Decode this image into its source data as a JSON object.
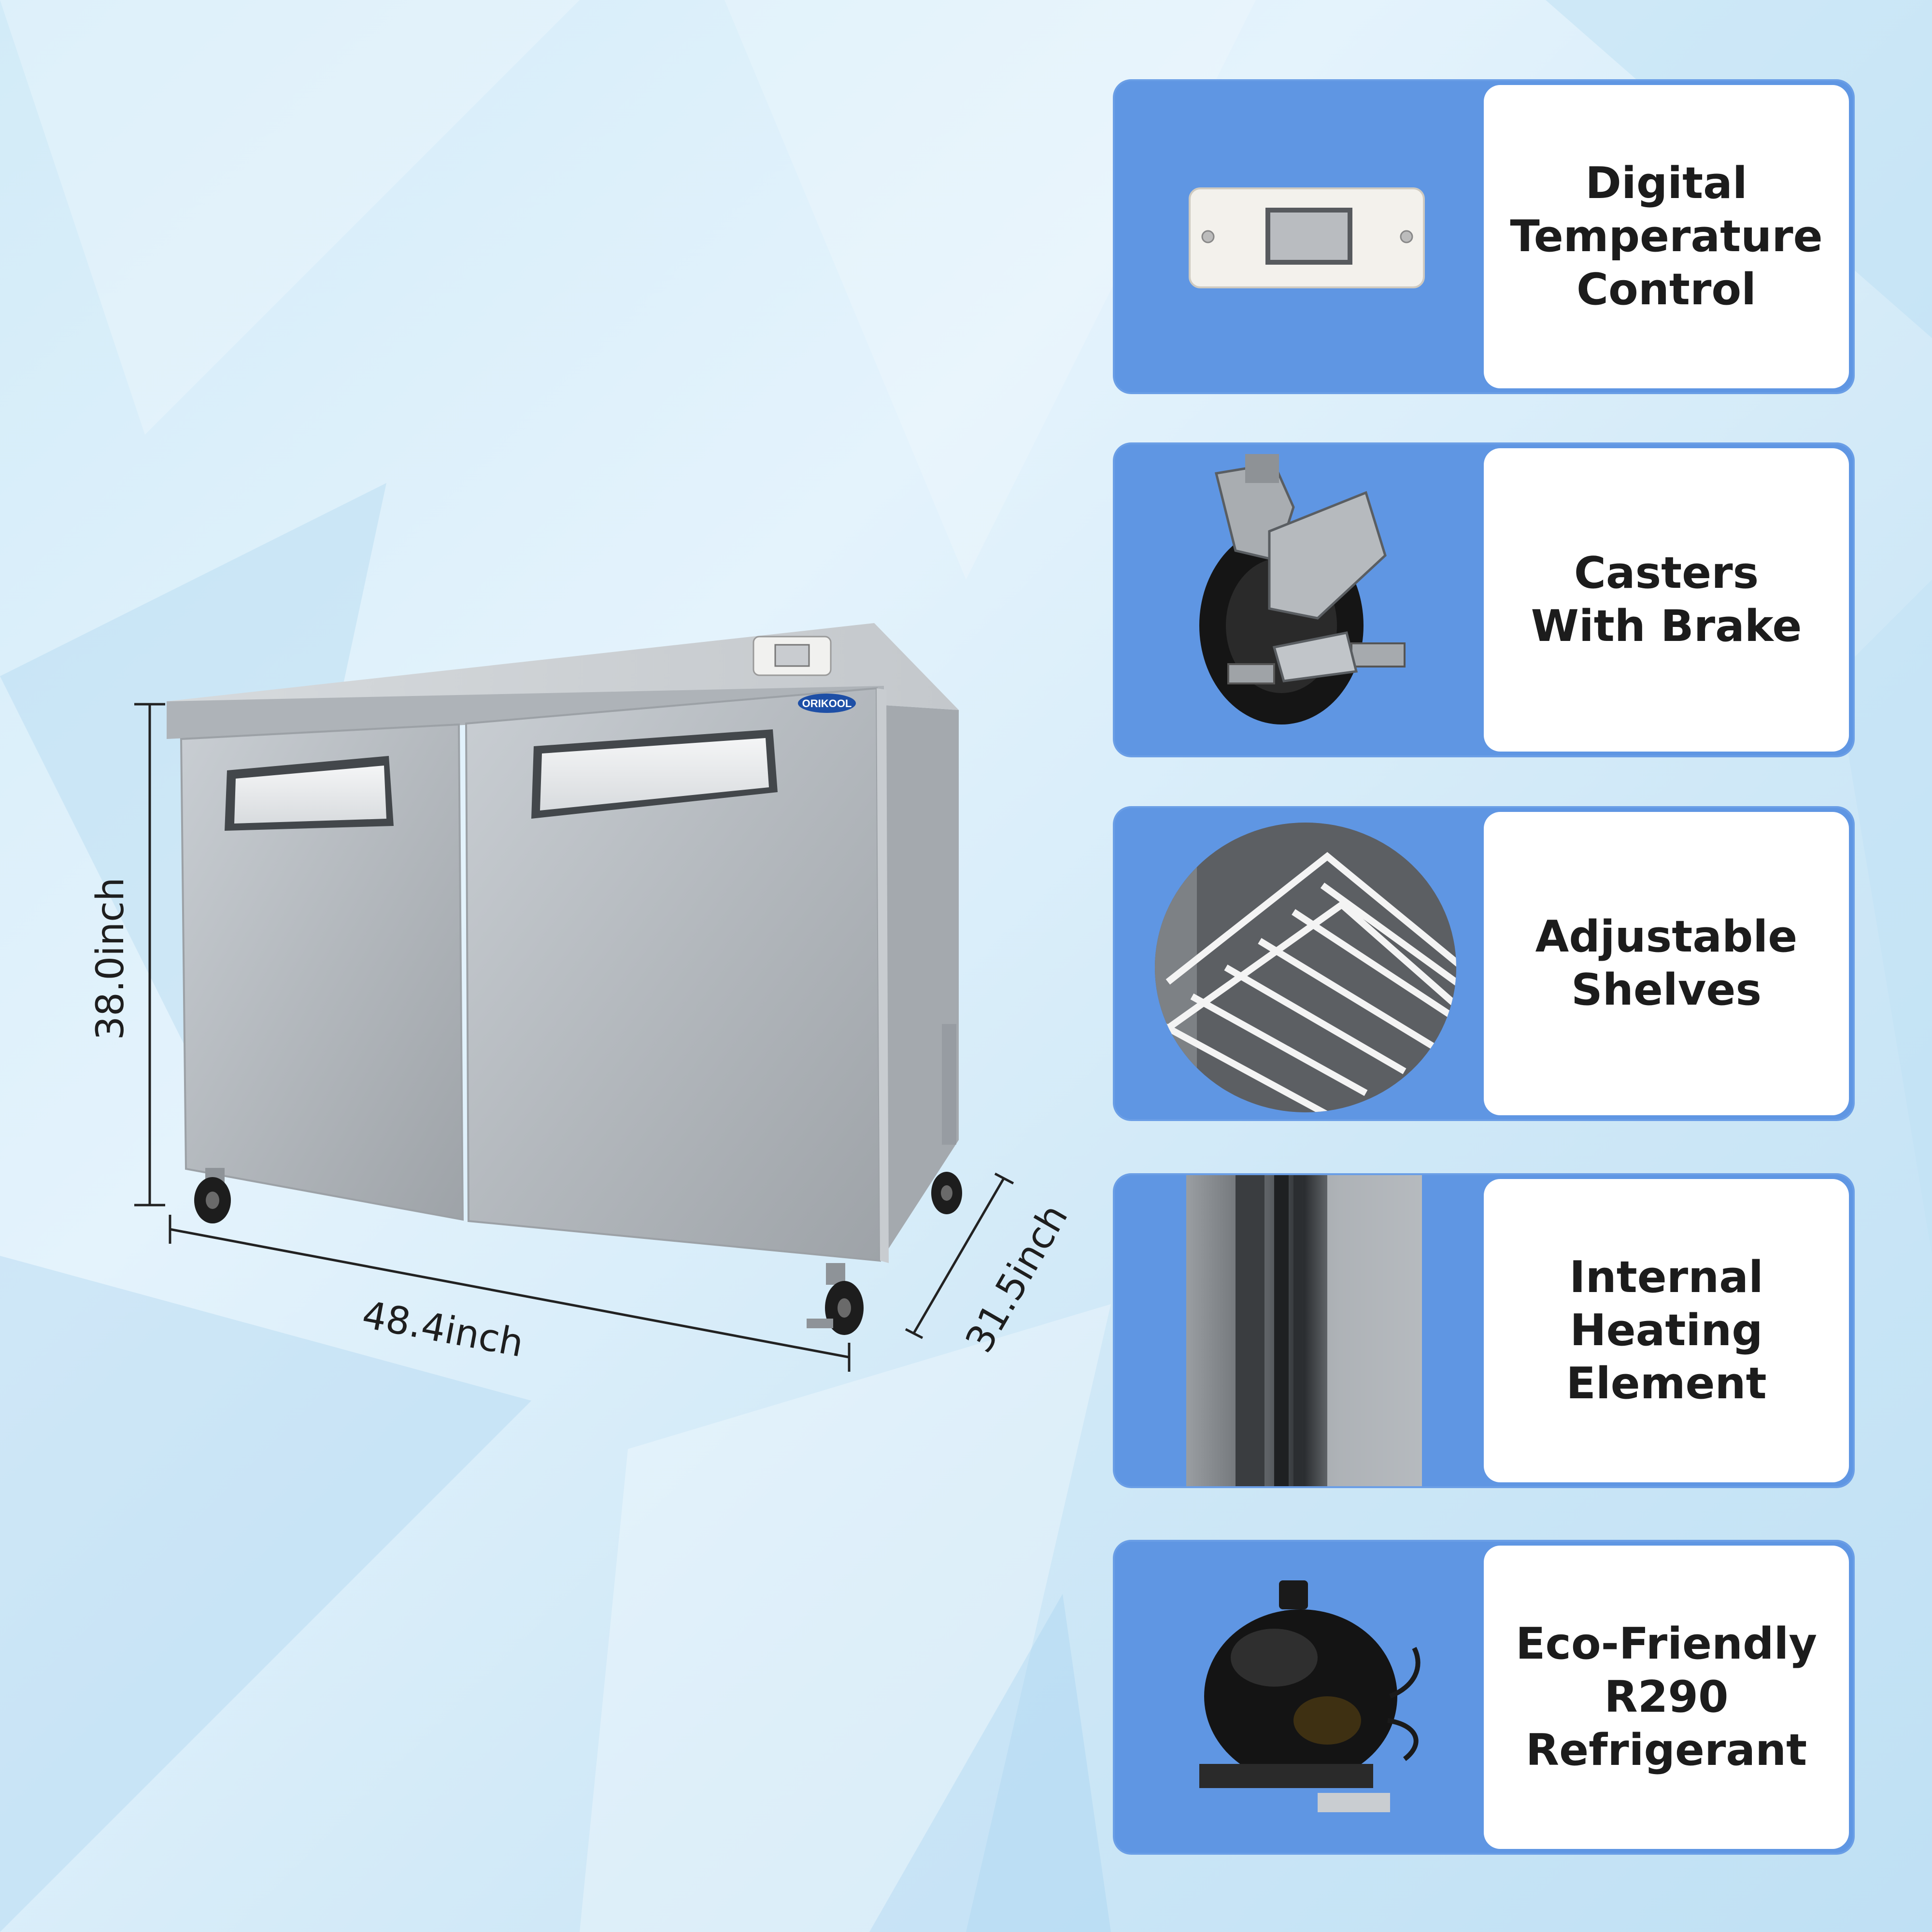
{
  "brand": {
    "logo_text": "ORIKOOL"
  },
  "dimensions": {
    "height": "38.0inch",
    "width": "48.4inch",
    "depth": "31.5inch"
  },
  "features": [
    {
      "label": "Digital\nTemperature\nControl",
      "icon": "digital-thermostat-icon"
    },
    {
      "label": "Casters\nWith Brake",
      "icon": "caster-wheel-icon"
    },
    {
      "label": "Adjustable\nShelves",
      "icon": "wire-shelf-icon"
    },
    {
      "label": "Internal\nHeating\nElement",
      "icon": "door-gasket-icon"
    },
    {
      "label": "Eco-Friendly\nR290\nRefrigerant",
      "icon": "compressor-icon"
    }
  ],
  "colors": {
    "accent_blue": "#5f96e3",
    "card_white": "#ffffff",
    "background": "#d6edf9",
    "steel": "#b9bec3"
  }
}
